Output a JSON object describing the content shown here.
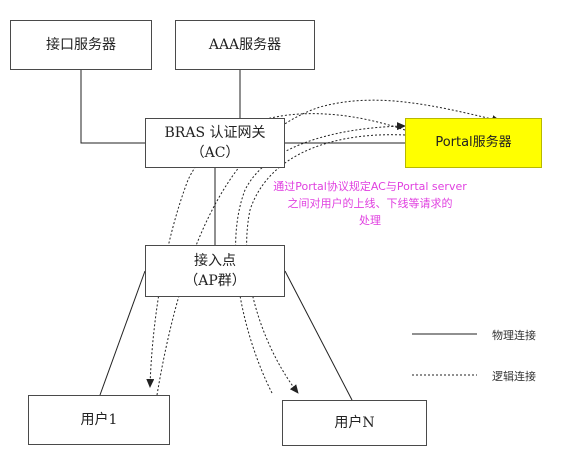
{
  "nodes": {
    "interface_server": "接口服务器",
    "aaa_server": "AAA服务器",
    "bras_line1": "BRAS 认证网关",
    "bras_line2": "（AC）",
    "portal_server": "Portal服务器",
    "ap_line1": "接入点",
    "ap_line2": "（AP群）",
    "user1": "用户1",
    "usern": "用户N"
  },
  "annotation": {
    "line1": "通过Portal协议规定AC与Portal server",
    "line2": "之间对用户的上线、下线等请求的",
    "line3": "处理"
  },
  "legend": {
    "physical": "物理连接",
    "logical": "逻辑连接"
  },
  "colors": {
    "portal_fill": "#ffff00",
    "annotation_text": "#e040e0",
    "line": "#222222"
  }
}
